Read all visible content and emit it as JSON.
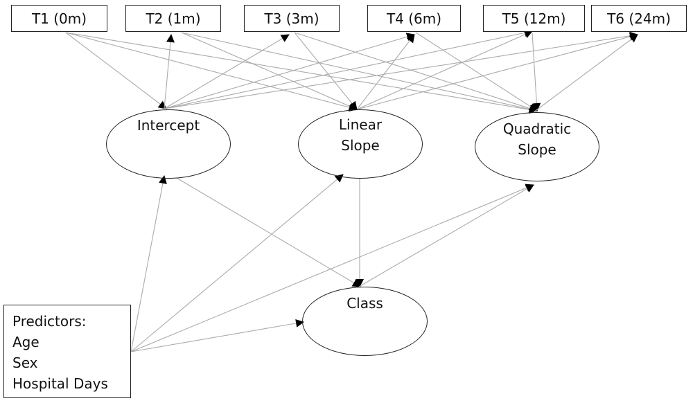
{
  "time_points": [
    {
      "id": "t1",
      "label": "T1 (0m)"
    },
    {
      "id": "t2",
      "label": "T2 (1m)"
    },
    {
      "id": "t3",
      "label": "T3 (3m)"
    },
    {
      "id": "t4",
      "label": "T4 (6m)"
    },
    {
      "id": "t5",
      "label": "T5 (12m)"
    },
    {
      "id": "t6",
      "label": "T6 (24m)"
    }
  ],
  "latent": {
    "intercept": [
      "Intercept"
    ],
    "linear": [
      "Linear",
      "Slope"
    ],
    "quadratic": [
      "Quadratic",
      "Slope"
    ],
    "class": [
      "Class"
    ]
  },
  "predictors": {
    "title": "Predictors:",
    "items": [
      "Age",
      "Sex",
      "Hospital Days"
    ]
  },
  "colors": {
    "edge": "#aaaaaa",
    "arrowhead": "#000000",
    "border": "#222222"
  }
}
